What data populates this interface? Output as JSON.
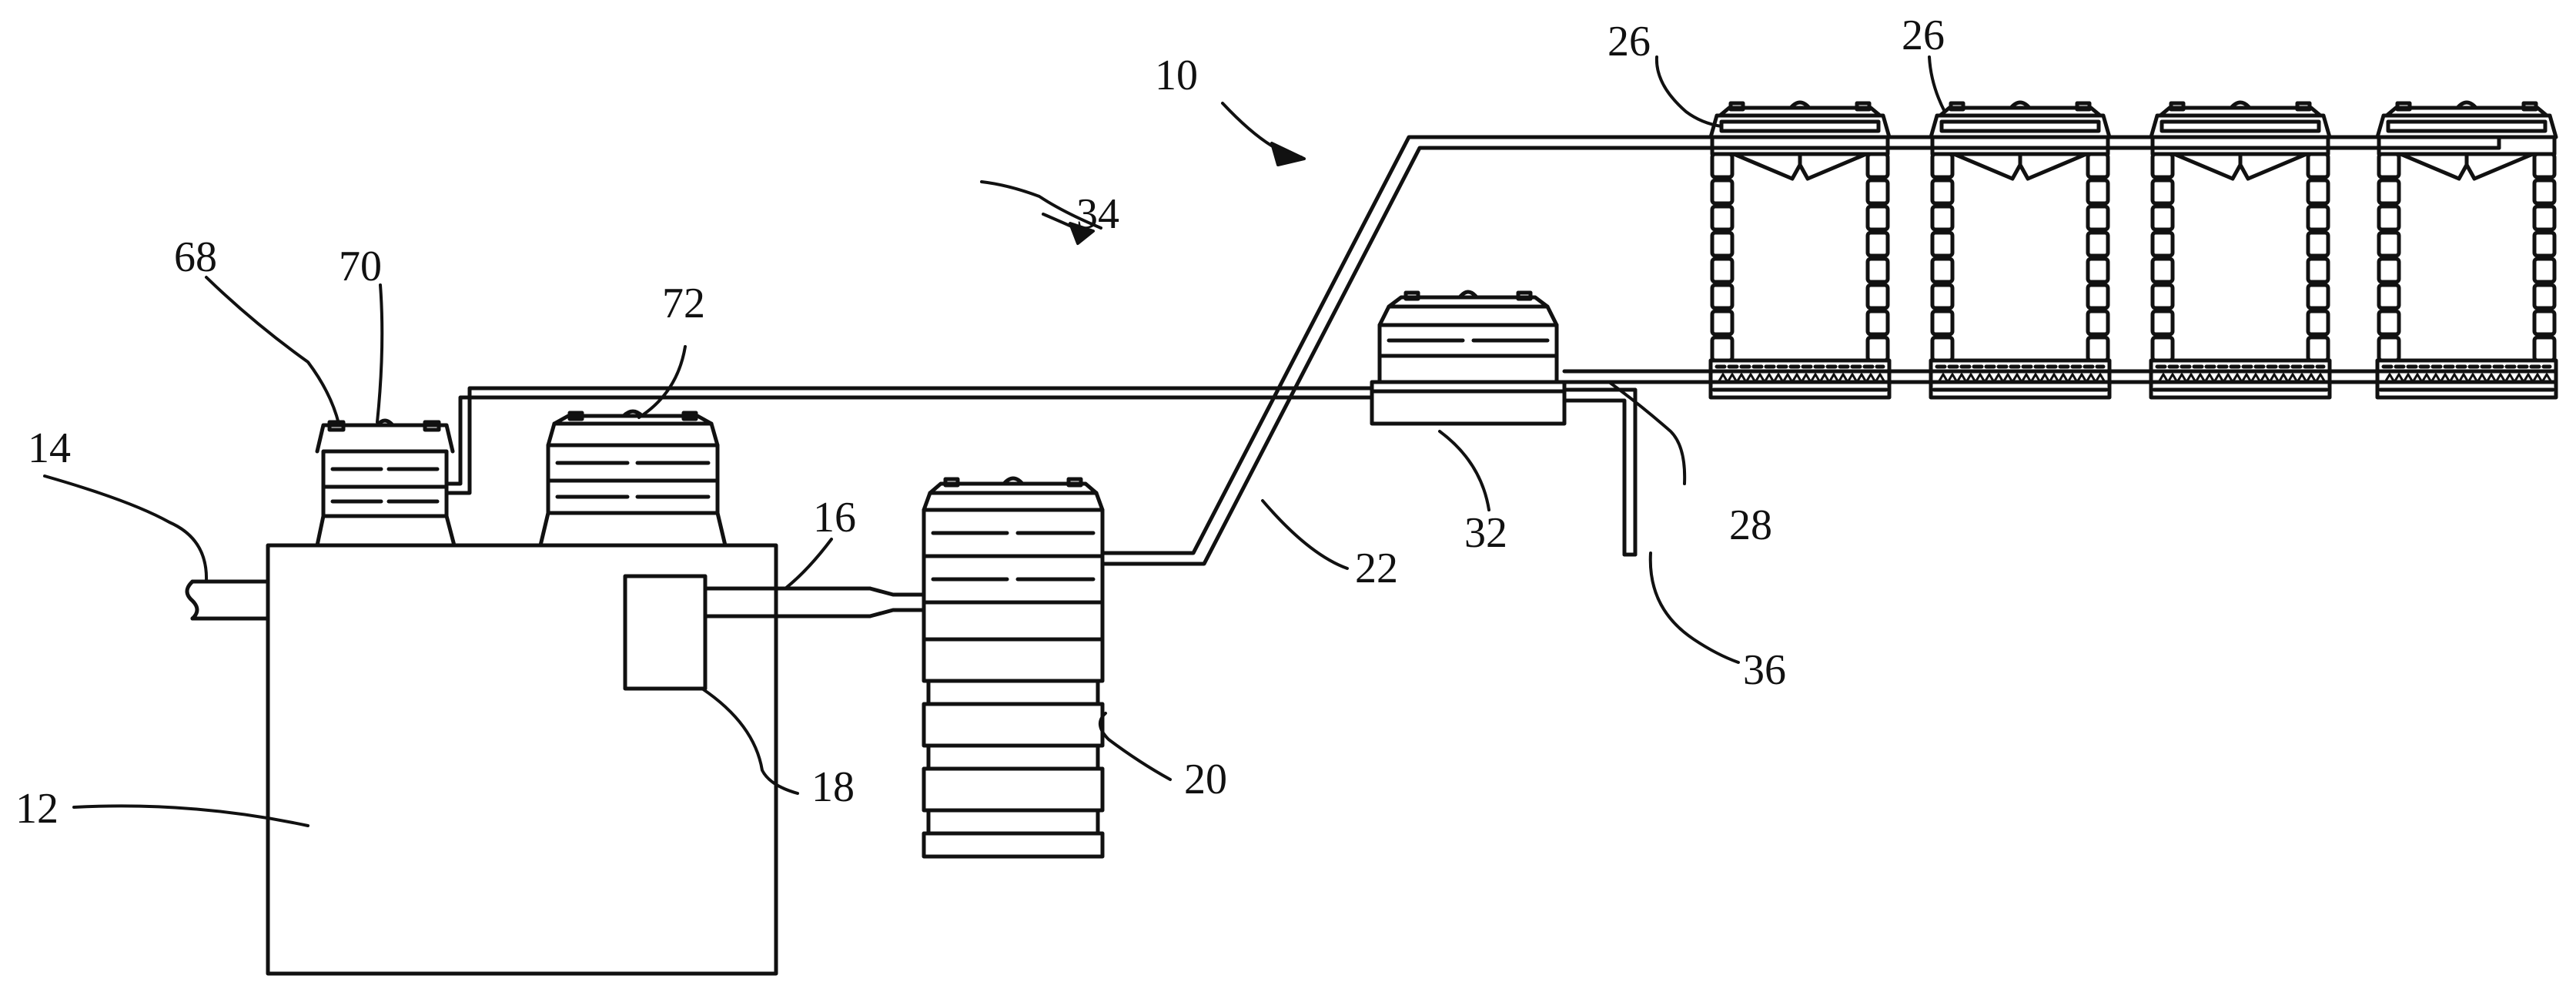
{
  "figure": {
    "line_color": "#111111",
    "background": "#ffffff",
    "labels": {
      "system": "10",
      "tank": "12",
      "inlet_pipe": "14",
      "outlet_pipe": "16",
      "effluent_filter": "18",
      "pump_chamber": "20",
      "supply_line": "22",
      "unit_a": "26",
      "unit_b": "26",
      "distribution_line": "28",
      "collection_unit": "32",
      "return_line": "34",
      "discharge_line": "36",
      "riser_left": "68",
      "riser_left_lid": "70",
      "riser_right": "72"
    }
  }
}
